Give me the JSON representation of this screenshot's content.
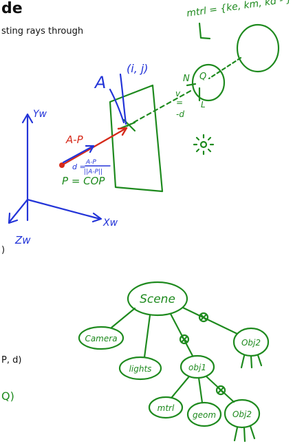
{
  "slide": {
    "title_fragment": "de",
    "text_fragment_1": "sting rays through",
    "text_fragment_2": ")",
    "text_fragment_3": "P, d)",
    "text_fragment_4": "Q)"
  },
  "annotations": {
    "material": "mtrl = {ke, km, kd - }",
    "label_A": "A",
    "label_ij": "(i, j)",
    "label_N": "N",
    "label_Q": "Q",
    "label_L": "L",
    "label_v": "v",
    "label_eq": "=",
    "label_neg_d": "-d",
    "label_yw": "Yw",
    "label_xw": "Xw",
    "label_zw": "Zw",
    "label_A_minus_P": "A-P",
    "label_d_eq": "d =",
    "label_frac_num": "A-P",
    "label_frac_den": "||A-P||",
    "label_P_cop": "P = COP"
  },
  "scene_graph": {
    "root": "Scene",
    "camera": "Camera",
    "lights": "lights",
    "obj1": "obj1",
    "obj2_top": "Obj2",
    "mtrl": "mtrl",
    "geom": "geom",
    "obj2_bottom": "Obj2"
  },
  "colors": {
    "green_ink": "#1e8a1e",
    "blue_ink": "#2334d8",
    "red_ink": "#d62a1a"
  }
}
